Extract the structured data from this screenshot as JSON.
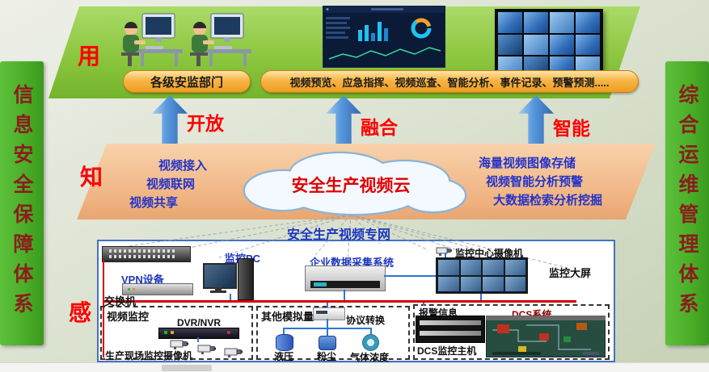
{
  "sidebar_left": {
    "text": "信息安全保障体系"
  },
  "sidebar_right": {
    "text": "综合运维管理体系"
  },
  "layer_labels": {
    "use": "用",
    "know": "知",
    "sense": "感"
  },
  "use_layer": {
    "dept_box": "各级安监部门",
    "functions_box": "视频预览、应急指挥、视频巡查、智能分析、事件记录、预警预测....."
  },
  "arrows": {
    "open": "开放",
    "fusion": "融合",
    "intelligent": "智能"
  },
  "know_layer": {
    "cloud_title": "安全生产视频云",
    "left_items": [
      "视频接入",
      "视频联网",
      "视频共享"
    ],
    "right_items": [
      "海量视频图像存储",
      "视频智能分析预警",
      "大数据检索分析挖掘"
    ]
  },
  "network_label": "安全生产视频专网",
  "sense_layer": {
    "switch": "交换机",
    "vpn": "VPN设备",
    "monitor_pc": "监控PC",
    "data_collector": "企业数据采集系统",
    "center_camera": "监控中心摄像机",
    "big_screen": "监控大屏",
    "video_box": {
      "title": "视频监控",
      "dvr": "DVR/NVR",
      "cameras_label": "生产现场监控摄像机"
    },
    "analog_box": {
      "title": "其他模拟量",
      "protocol": "协议转换",
      "sensors": [
        "液压",
        "粉尘",
        "气体浓度"
      ]
    },
    "dcs_box": {
      "alarm": "报警信息",
      "dcs_system": "DCS系统",
      "dcs_host": "DCS监控主机"
    }
  },
  "colors": {
    "sidebar_green": "#49ad27",
    "layer_green": "#8cc63f",
    "layer_orange": "#f0b483",
    "accent_red": "#fe0000",
    "text_blue": "#2433c8",
    "arrow_blue": "#5b9ade",
    "box_orange": "#f7b544",
    "bus_red": "#d40000",
    "network_border_blue": "#4472c4"
  }
}
